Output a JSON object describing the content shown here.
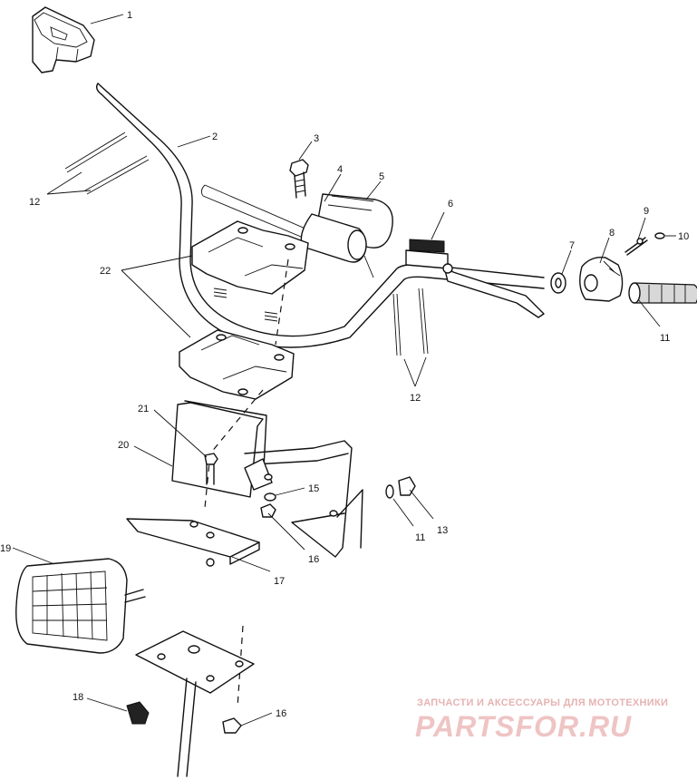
{
  "callouts": {
    "c1": "1",
    "c2": "2",
    "c3": "3",
    "c4": "4",
    "c5": "5",
    "c6": "6",
    "c7": "7",
    "c8": "8",
    "c9": "9",
    "c10": "10",
    "c11a": "11",
    "c11b": "11",
    "c12a": "12",
    "c12b": "12",
    "c13": "13",
    "c15": "15",
    "c16a": "16",
    "c16b": "16",
    "c17": "17",
    "c18": "18",
    "c19": "19",
    "c20": "20",
    "c21": "21",
    "c22": "22"
  },
  "watermark": {
    "subtitle": "ЗАПЧАСТИ И АКСЕССУАРЫ ДЛЯ МОТОТЕХНИКИ",
    "brand": "PARTSFOR.RU",
    "color": "#efc4c4"
  }
}
